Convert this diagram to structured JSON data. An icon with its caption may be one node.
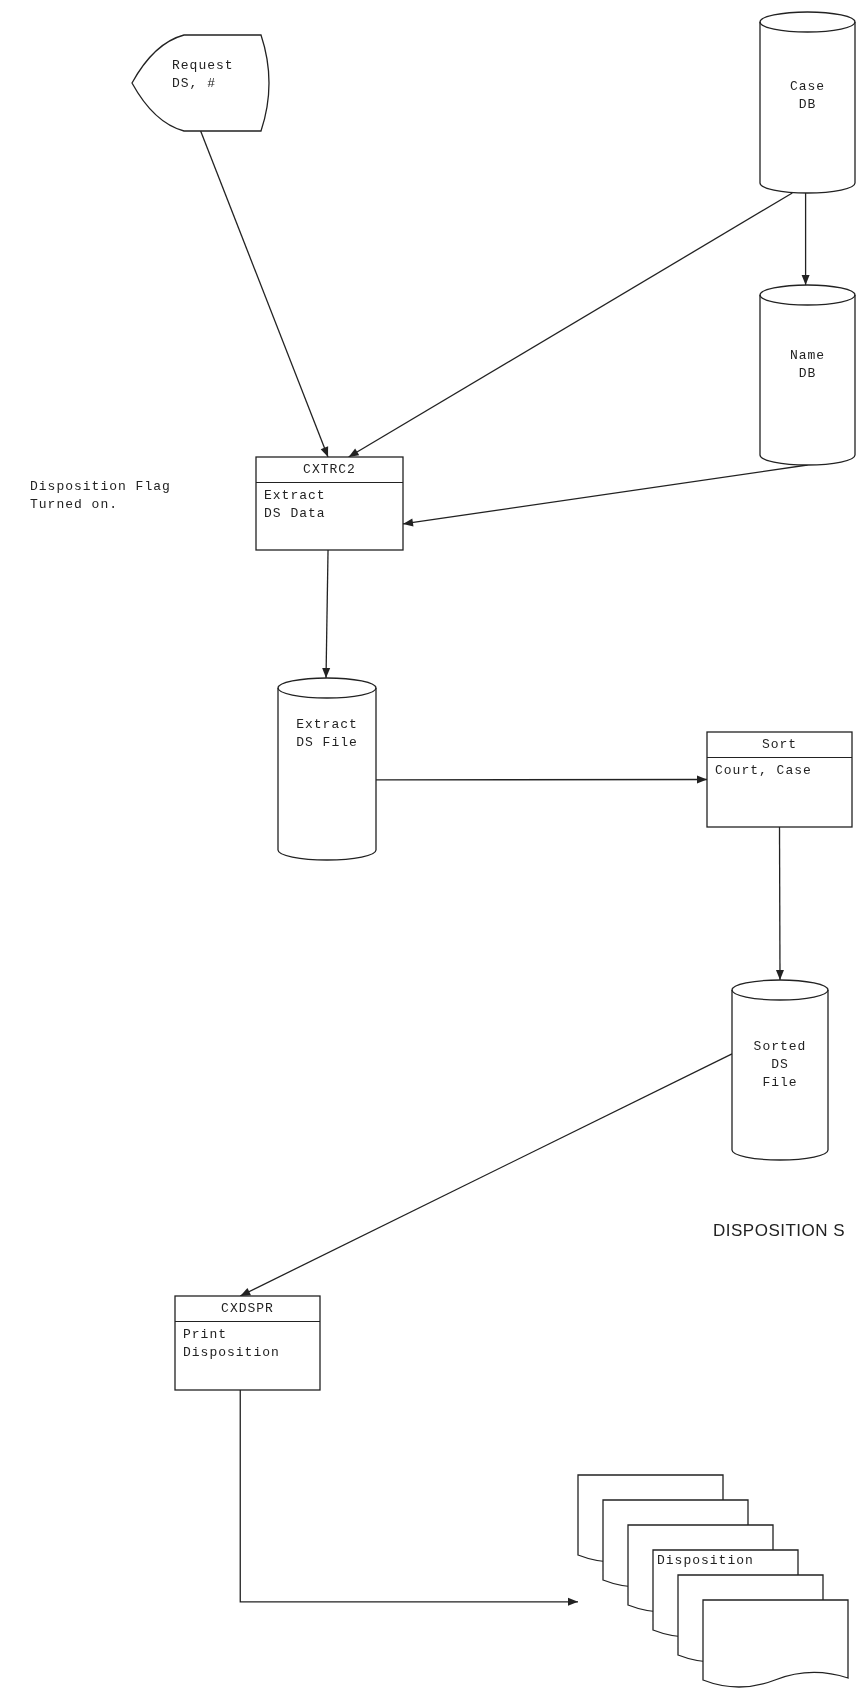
{
  "diagram": {
    "nodes": [
      {
        "text": [
          "Request DS, #"
        ]
      },
      {
        "text": [
          "Case DB"
        ]
      },
      {
        "text": [
          "Name DB"
        ]
      },
      {
        "text": [
          "CXTRC2",
          "Extract DS Data"
        ]
      },
      {
        "text": [
          "Extract DS File"
        ]
      },
      {
        "text": [
          "Sort",
          "Court, Case"
        ]
      },
      {
        "text": [
          "Sorted DS File"
        ]
      },
      {
        "text": [
          "CXDSPR",
          "Print Disposition"
        ]
      },
      {
        "text": [
          "Disposition"
        ]
      }
    ],
    "edges": [
      {
        "from": 0,
        "to": 3,
        "arrow": "to"
      },
      {
        "from": 1,
        "to": 3,
        "arrow": "to"
      },
      {
        "from": 1,
        "to": 2,
        "arrow": "to"
      },
      {
        "from": 2,
        "to": 3,
        "arrow": "to"
      },
      {
        "from": 3,
        "to": 4,
        "arrow": "to"
      },
      {
        "from": 4,
        "to": 5,
        "arrow": "to"
      },
      {
        "from": 5,
        "to": 6,
        "arrow": "to"
      },
      {
        "from": 6,
        "to": 7,
        "arrow": "to"
      },
      {
        "from": 7,
        "to": 8,
        "arrow": "to"
      }
    ],
    "labels": [
      "Disposition Flag Turned on.",
      "DISPOSITION S"
    ]
  }
}
